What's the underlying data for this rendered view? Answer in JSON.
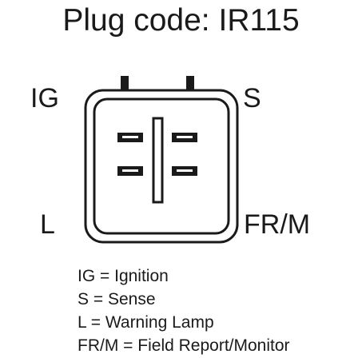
{
  "title": "Plug code: IR115",
  "pins": {
    "top_left": "IG",
    "top_right": "S",
    "bottom_left": "L",
    "bottom_right": "FR/M"
  },
  "legend": [
    {
      "code": "IG",
      "meaning": "Ignition"
    },
    {
      "code": "S",
      "meaning": "Sense"
    },
    {
      "code": "L",
      "meaning": "Warning Lamp"
    },
    {
      "code": "FR/M",
      "meaning": "Field Report/Monitor"
    }
  ],
  "colors": {
    "line": "#1a1a1a",
    "background": "#ffffff"
  }
}
